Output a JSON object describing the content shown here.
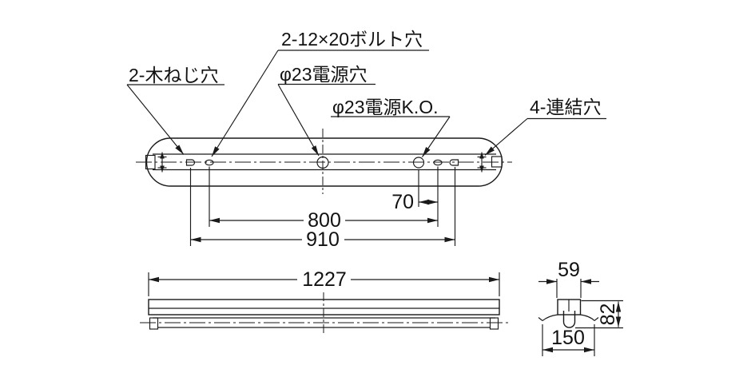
{
  "drawing": {
    "type": "technical-dimension-drawing",
    "background_color": "#ffffff",
    "line_color": "#1a1a1a",
    "views": [
      "top-view",
      "front-view",
      "end-view"
    ],
    "labels": {
      "bolt_holes": "2-12×20ボルト穴",
      "wood_screw_holes": "2-木ねじ穴",
      "power_hole": "φ23電源穴",
      "power_knockout": "φ23電源K.O.",
      "coupling_holes": "4-連結穴"
    },
    "dimensions": {
      "knockout_offset": "70",
      "bolt_hole_pitch": "800",
      "wood_screw_pitch": "910",
      "overall_length": "1227",
      "channel_width": "59",
      "overall_height": "82",
      "body_width": "150"
    }
  }
}
